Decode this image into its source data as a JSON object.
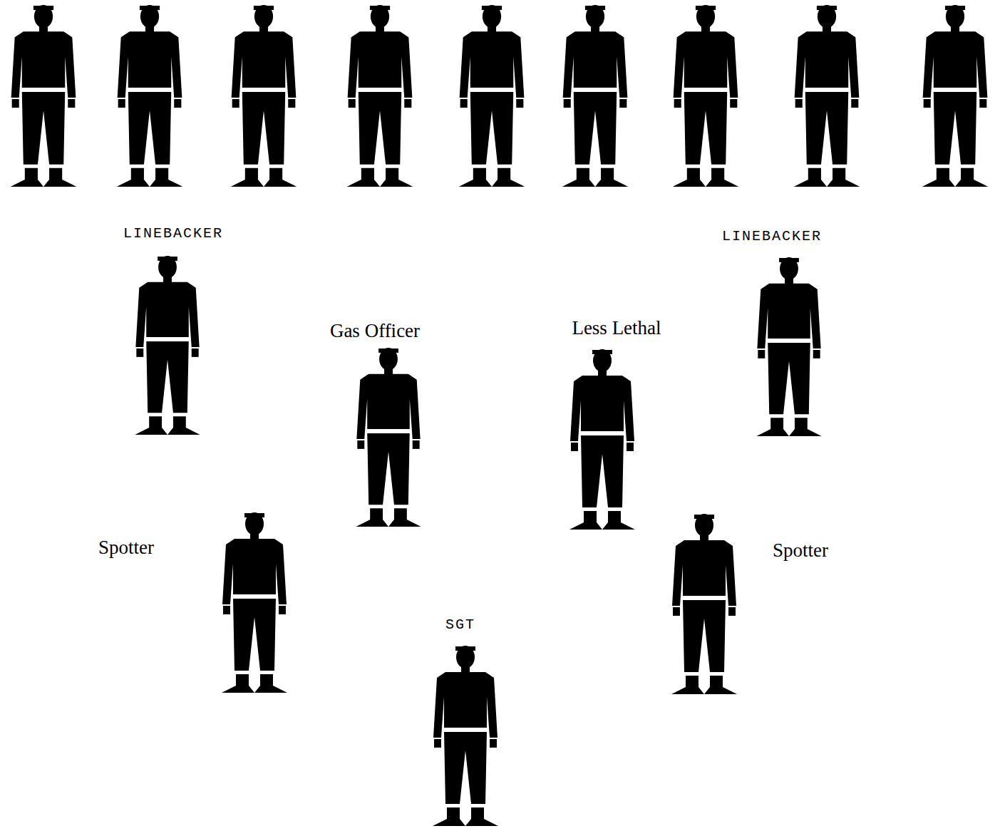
{
  "diagram": {
    "labels": [
      "LINEBACKER",
      "LINEBACKER",
      "Gas Officer",
      "Less Lethal",
      "Spotter",
      "Spotter",
      "SGT"
    ]
  }
}
